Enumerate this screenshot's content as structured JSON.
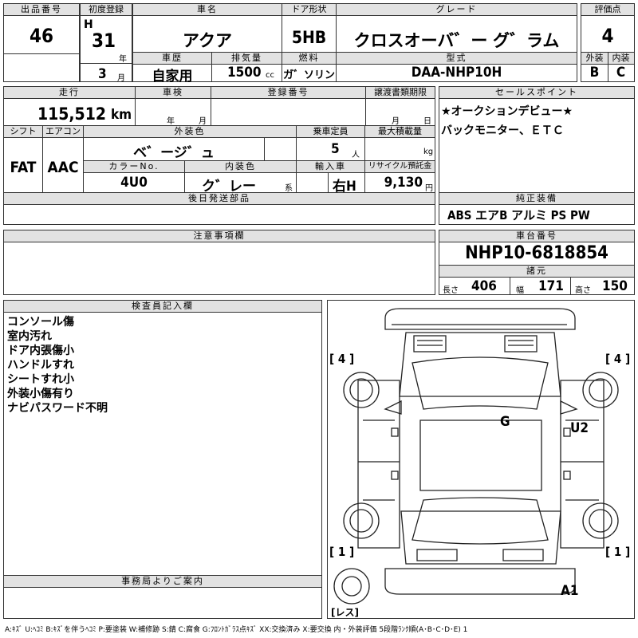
{
  "header": {
    "lot_label": "出品番号",
    "lot_value": "46",
    "first_reg_label": "初度登録",
    "era": "H",
    "year": "31",
    "year_unit": "年",
    "month": "3",
    "month_unit": "月",
    "name_label": "車名",
    "name_value": "アクア",
    "door_label": "ドア形状",
    "door_value": "5HB",
    "grade_label": "グレード",
    "grade_value": "クロスオーバ゛ー グ゛ラム",
    "score_label": "評価点",
    "score_value": "4",
    "history_label": "車歴",
    "history_value": "自家用",
    "displacement_label": "排気量",
    "displacement_value": "1500",
    "displacement_unit": "cc",
    "fuel_label": "燃料",
    "fuel_value": "ガ゛ソリン",
    "model_label": "型式",
    "model_value": "DAA-NHP10H",
    "exterior_label": "外装",
    "exterior_value": "B",
    "interior_label": "内装",
    "interior_value": "C"
  },
  "row2": {
    "mileage_label": "走行",
    "mileage_value": "115,512",
    "mileage_unit": "km",
    "inspection_label": "車検",
    "inspection_year": "年",
    "inspection_month": "月",
    "regno_label": "登録番号",
    "transfer_label": "譲渡書類期限",
    "transfer_month": "月",
    "transfer_day": "日",
    "sales_label": "セールスポイント",
    "sales_lines": [
      "★オークションデビュー★",
      "バックモニター、ＥＴＣ"
    ]
  },
  "row3": {
    "shift_label": "シフト",
    "shift_value": "FAT",
    "ac_label": "エアコン",
    "ac_value": "AAC",
    "ext_color_label": "外装色",
    "ext_color_value": "ベ゛ージ゛ュ",
    "capacity_label": "乗車定員",
    "capacity_value": "5",
    "capacity_unit": "人",
    "load_label": "最大積載量",
    "load_unit": "kg",
    "color_no_label": "カラーNo.",
    "color_no_value": "4U0",
    "int_color_label": "内装色",
    "int_color_value": "ク゛レー",
    "int_color_unit": "系",
    "import_label": "輸入車",
    "import_value": "右H",
    "recycle_label": "リサイクル預託金",
    "recycle_value": "9,130",
    "recycle_unit": "円",
    "later_label": "後日発送部品",
    "equipment_label": "純正装備",
    "equipment_value": "ABS エアB アルミ PS PW"
  },
  "row4": {
    "caution_label": "注意事項欄",
    "chassis_label": "車台番号",
    "chassis_value": "NHP10-6818854",
    "dims_label": "諸元",
    "length_label": "長さ",
    "length_value": "406",
    "width_label": "幅",
    "width_value": "171",
    "height_label": "高さ",
    "height_value": "150"
  },
  "inspector": {
    "label": "検査員記入欄",
    "notes": [
      "コンソール傷",
      "室内汚れ",
      "ドア内張傷小",
      "ハンドルすれ",
      "シートすれ小",
      "外装小傷有り",
      "ナビパスワード不明"
    ]
  },
  "office": {
    "label": "事務局よりご案内"
  },
  "diagram": {
    "tl": "[ 4 ]",
    "tr": "[ 4 ]",
    "bl": "[ 1 ]",
    "br": "[ 1 ]",
    "mark_g": "G",
    "mark_u2": "U2",
    "mark_a1": "A1",
    "spare": "[レス]"
  },
  "footer": "A:ｷｽﾞ U:ﾍｺﾐ B:ｷｽﾞを伴うﾍｺﾐ P:要塗装 W:補修跡 S:錆 C:腐食 G:ﾌﾛﾝﾄｶﾞﾗｽ点ｷｽﾞ XX:交換済み X:要交換 内・外装評価 5段階ﾗﾝｸ順(A･B･C･D･E) 1"
}
